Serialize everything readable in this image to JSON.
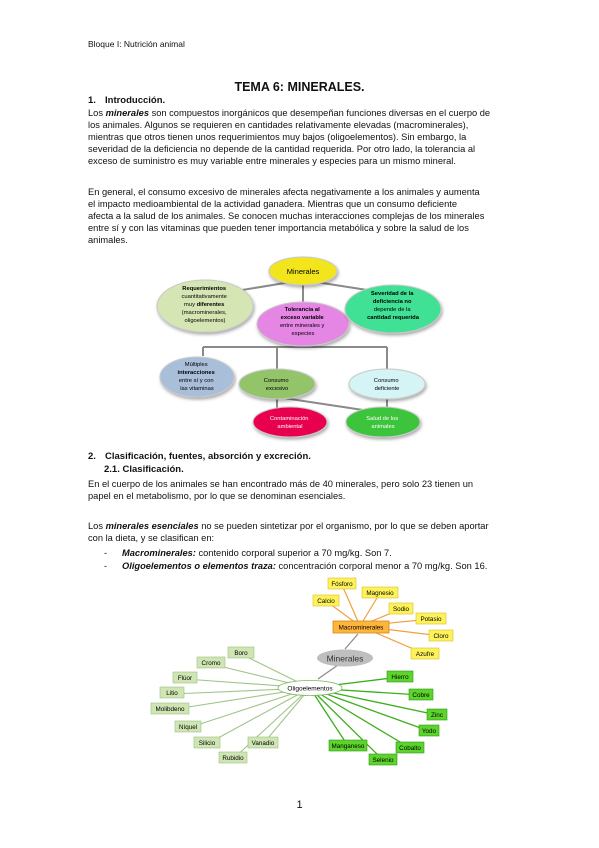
{
  "header": "Bloque I: Nutrición animal",
  "title": "TEMA 6: MINERALES.",
  "sec1": {
    "number": "1.",
    "heading": "Introducción.",
    "p1_lines": [
      [
        "Los ",
        "minerales",
        " son compuestos inorgánicos que desempeñan funciones diversas en el cuerpo de"
      ],
      [
        "los animales. Algunos se requieren en cantidades relativamente elevadas (macrominerales),"
      ],
      [
        "mientras que otros tienen unos requerimientos muy bajos (oligoelementos). Sin embargo, la"
      ],
      [
        "severidad de la deficiencia no depende de la cantidad requerida. Por otro lado, la tolerancia al"
      ],
      [
        "exceso de suministro es muy variable entre minerales y especies para un mismo mineral."
      ]
    ],
    "p2_lines": [
      "En general, el consumo excesivo de minerales afecta negativamente a los animales y aumenta",
      "el impacto medioambiental de la actividad ganadera. Mientras que un consumo deficiente",
      "afecta a la salud de los animales. Se conocen muchas interacciones complejas de los minerales",
      "entre sí y con las vitaminas que pueden tener importancia metabólica y sobre la salud de los",
      "animales."
    ]
  },
  "diagram1": {
    "minerales": "Minerales",
    "req": [
      [
        "b",
        "Requerimientos"
      ],
      [
        "n",
        "cuantitativamente"
      ],
      [
        "n",
        "muy "
      ],
      [
        "b2",
        "diferentes"
      ],
      [
        "n",
        "(macrominerales,"
      ],
      [
        "n",
        "oligoelementos)"
      ]
    ],
    "tol": [
      "Tolerancia al",
      "exceso variable",
      "entre minerales y",
      "especies"
    ],
    "sev": [
      "Severidad de la",
      "deficiencia no",
      "depende de la",
      "cantidad requerida"
    ],
    "mult": [
      "Múltiples",
      "interacciones",
      "entre sí y con",
      "las vitaminas"
    ],
    "exc": [
      "Consumo",
      "excesivo"
    ],
    "def": [
      "Consumo",
      "deficiente"
    ],
    "cont": [
      "Contaminación",
      "ambiental"
    ],
    "salud": [
      "Salud de los",
      "animales"
    ],
    "colors": {
      "yellow": "#f2e51c",
      "green_gray": "#d6e5b4",
      "magenta": "#e586e5",
      "mint": "#3fe095",
      "blue": "#a9bfd9",
      "olive": "#93c46a",
      "ice": "#d4f4f6",
      "red": "#e8004f",
      "bright_green": "#3cc43c"
    }
  },
  "sec2": {
    "number": "2.",
    "heading": "Clasificación, fuentes, absorción y excreción.",
    "sub_number": "2.1.",
    "sub_heading": "Clasificación.",
    "p1_lines": [
      "En el cuerpo de los animales se han encontrado más de 40 minerales, pero solo 23 tienen un",
      "papel en el metabolismo, por lo que se denominan esenciales."
    ],
    "p2_lines": [
      [
        "Los ",
        "minerales esenciales",
        " no se pueden sintetizar por el organismo, por lo que se deben aportar"
      ],
      [
        "con la dieta, y se clasifican en:"
      ]
    ],
    "bullets": [
      {
        "dash": "-",
        "term": "Macrominerales:",
        "text": " contenido corporal superior a 70 mg/kg. Son 7."
      },
      {
        "dash": "-",
        "term": "Oligoelementos o elementos traza:",
        "text": " concentración corporal menor a 70 mg/kg. Son 16."
      }
    ]
  },
  "diagram2": {
    "center": "Minerales",
    "macro_hub": "Macrominerales",
    "oligo_hub": "Oligoelementos",
    "macro": [
      "Fósforo",
      "Magnesio",
      "Calcio",
      "Sodio",
      "Potasio",
      "Cloro",
      "Azufre"
    ],
    "oligo_left": [
      "Boro",
      "Cromo",
      "Flúor",
      "Litio",
      "Molibdeno",
      "Níquel",
      "Silicio",
      "Rubidio",
      "Vanadio"
    ],
    "oligo_right": [
      "Hierro",
      "Cobre",
      "Zinc",
      "Yodo",
      "Cobalto",
      "Selenio",
      "Manganeso"
    ],
    "colors": {
      "macro_fill": "#fdf25b",
      "macro_hub": "#ffb43c",
      "line_macro": "#f0a040",
      "oligo_left_fill": "#cfe5b4",
      "oligo_right_fill": "#5cd42c",
      "line_left": "#a0c48a",
      "line_right": "#3cae1c",
      "center_fill": "#bfbfbf"
    }
  },
  "page_number": "1"
}
